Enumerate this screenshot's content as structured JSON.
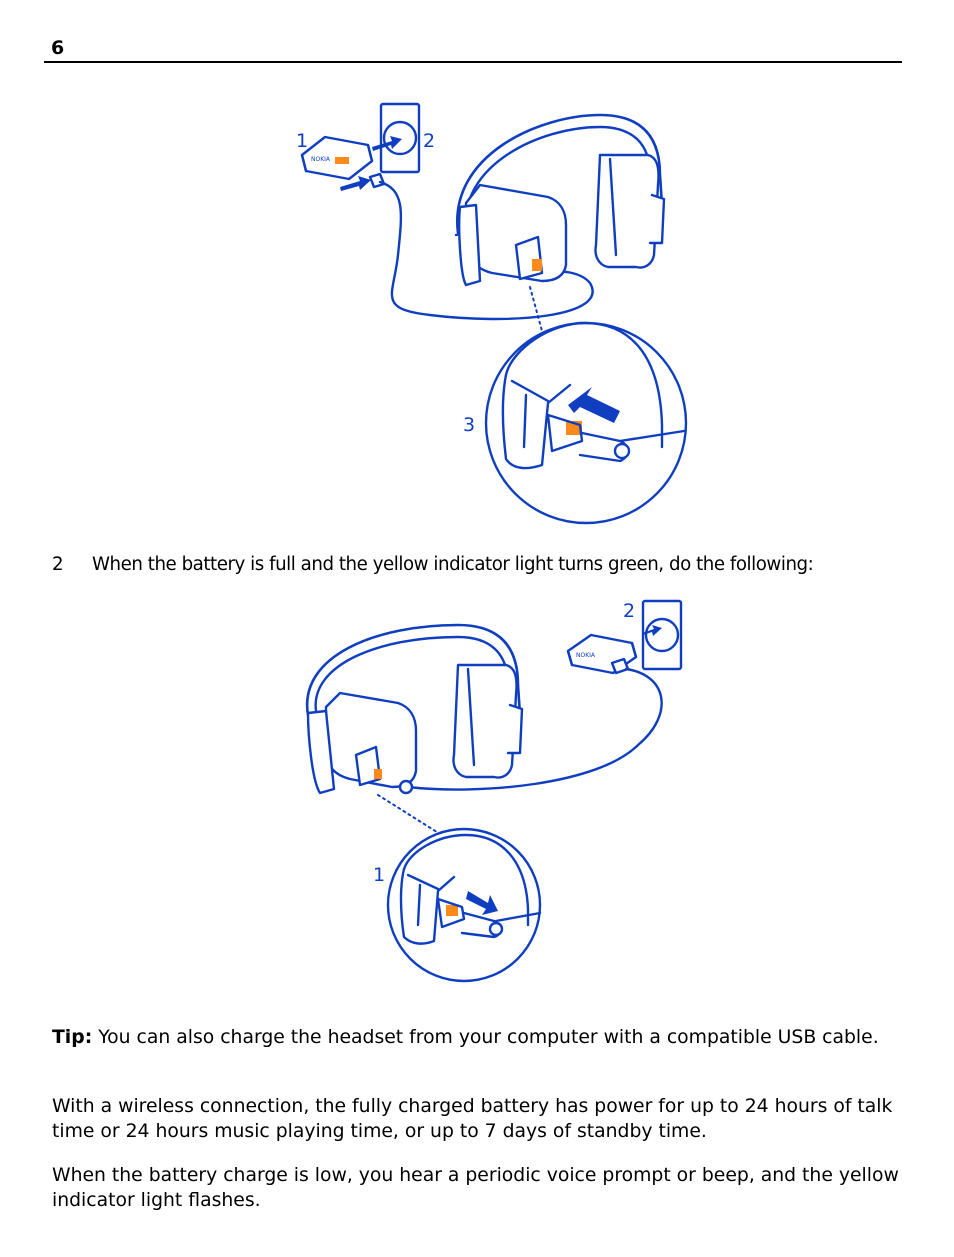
{
  "page": {
    "number": "6"
  },
  "figure1": {
    "callouts": [
      "1",
      "2",
      "3"
    ],
    "brand_text": "NOKIA"
  },
  "step": {
    "number": "2",
    "text": "When the battery is full and the yellow indicator light turns green, do the following:"
  },
  "figure2": {
    "callouts": [
      "2",
      "1"
    ],
    "brand_text": "NOKIA"
  },
  "tip": {
    "label": "Tip:",
    "text": " You can also charge the headset from your computer with a compatible USB cable."
  },
  "paragraphs": [
    "With a wireless connection, the fully charged battery has power for up to 24 hours of talk time or 24 hours music playing time, or up to 7 days of standby time.",
    "When the battery charge is low, you hear a periodic voice prompt or beep, and the yellow indicator light flashes."
  ],
  "colors": {
    "line": "#0f3fc0",
    "accent": "#ff8a1c",
    "text": "#000000"
  }
}
